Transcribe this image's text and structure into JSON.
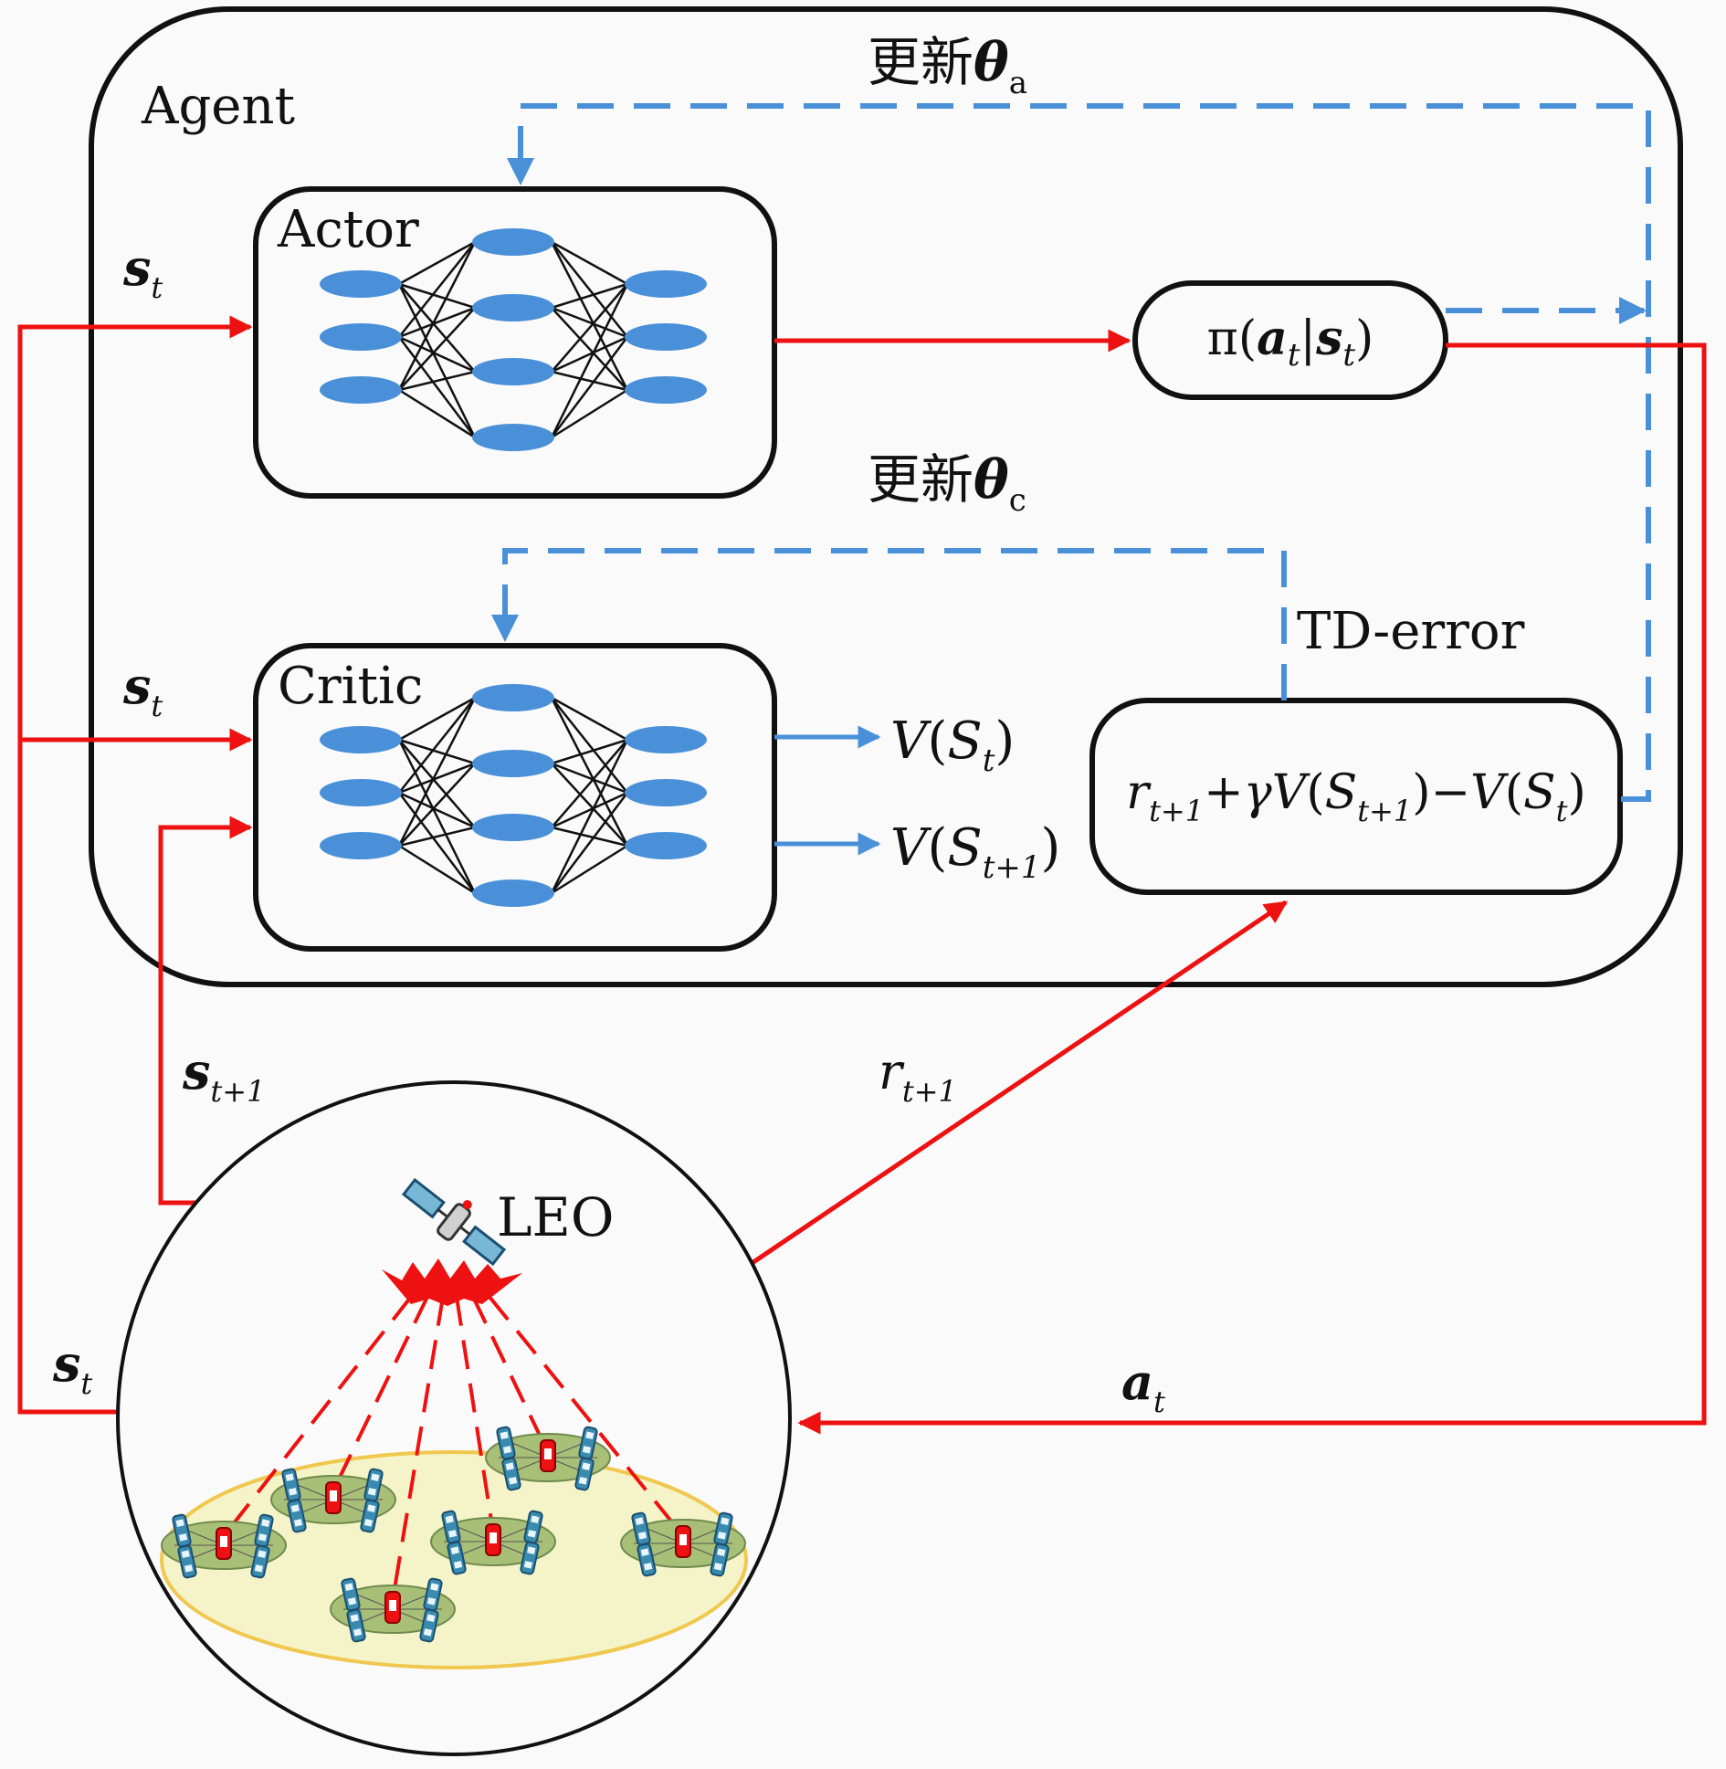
{
  "colors": {
    "flow_red": "#ee1111",
    "update_blue": "#4a90d9",
    "node_blue": "#4a90d9",
    "outline": "#111111",
    "ground_fill": "#f4f4c8",
    "ground_edge": "#f0c850"
  },
  "agent": {
    "label": "Agent"
  },
  "actor": {
    "label": "Actor",
    "update": {
      "prefix": "更新",
      "symbol": "θ",
      "subscript": "a"
    }
  },
  "critic": {
    "label": "Critic",
    "update": {
      "prefix": "更新",
      "symbol": "θ",
      "subscript": "c"
    }
  },
  "policy": {
    "pi": "π",
    "a": "a",
    "a_sub": "t",
    "bar": "|",
    "s": "s",
    "s_sub": "t"
  },
  "values": {
    "v1": {
      "V": "V",
      "S": "S",
      "sub": "t"
    },
    "v2": {
      "V": "V",
      "S": "S",
      "sub": "t+1"
    }
  },
  "td": {
    "label": "TD-error",
    "r": "r",
    "r_sub": "t+1",
    "plus": "+",
    "gamma": "γ",
    "V1": "V",
    "S1": "S",
    "S1_sub": "t+1",
    "minus": "−",
    "V2": "V",
    "S2": "S",
    "S2_sub": "t"
  },
  "signals": {
    "s_actor": {
      "base": "s",
      "sub": "t"
    },
    "s_critic": {
      "base": "s",
      "sub": "t"
    },
    "s_next": {
      "base": "s",
      "sub": "t+1"
    },
    "s_env": {
      "base": "s",
      "sub": "t"
    },
    "reward": {
      "base": "r",
      "sub": "t+1"
    },
    "action": {
      "base": "a",
      "sub": "t"
    }
  },
  "environment": {
    "satellite_label": "LEO"
  },
  "icons": [
    "satellite-icon",
    "base-station-icon",
    "beam-icon"
  ]
}
